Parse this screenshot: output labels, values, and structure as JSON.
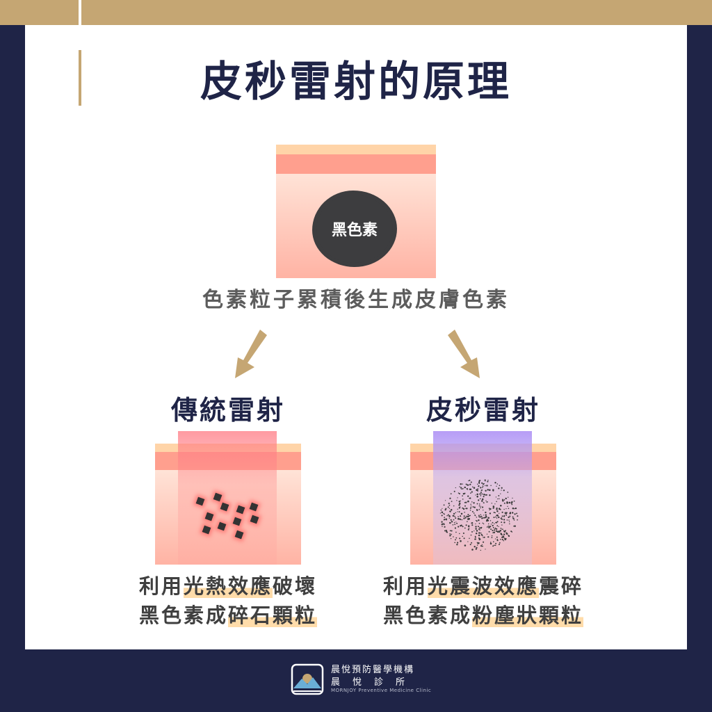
{
  "title": "皮秒雷射的原理",
  "top_illustration": {
    "pigment_label": "黑色素"
  },
  "top_caption": "色素粒子累積後生成皮膚色素",
  "left": {
    "title": "傳統雷射",
    "desc_line1_plain": "利用",
    "desc_line1_highlight": "光熱效應",
    "desc_line1_rest": "破壞",
    "desc_line2_plain": "黑色素成",
    "desc_line2_highlight": "碎石顆粒"
  },
  "right": {
    "title": "皮秒雷射",
    "desc_line1_plain": "利用",
    "desc_line1_highlight": "光震波效應",
    "desc_line1_rest": "震碎",
    "desc_line2_plain": "黑色素成",
    "desc_line2_highlight": "粉塵狀顆粒"
  },
  "footer": {
    "org_name": "晨悅預防醫學機構",
    "clinic_name": "晨悅診所",
    "english_name": "MORNJOY Preventive Medicine Clinic"
  },
  "colors": {
    "navy": "#1f2447",
    "gold": "#c5a673",
    "highlight": "#ffdcaa",
    "traditional_beam": "#ff8b8b",
    "pico_beam": "#a98cf2"
  }
}
